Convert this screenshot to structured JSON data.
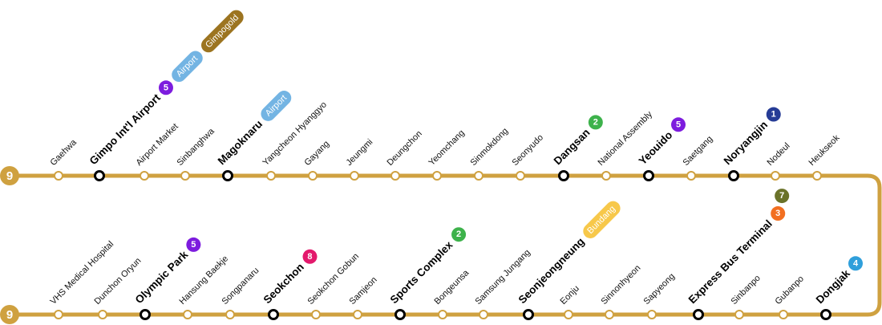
{
  "line": {
    "number": "9",
    "color": "#CFA140"
  },
  "top_stations": [
    {
      "name": "Gaehwa"
    },
    {
      "name": "Gimpo Int'l Airport",
      "major": true,
      "transfers": [
        {
          "label": "5",
          "color": "#7D1CDE"
        },
        {
          "label": "Airport",
          "color": "#73B4E3",
          "pill": true
        },
        {
          "label": "Gimpogold",
          "color": "#9C7420",
          "pill": true
        }
      ]
    },
    {
      "name": "Airport Market"
    },
    {
      "name": "Sinbanghwa"
    },
    {
      "name": "Magoknaru",
      "major": true,
      "transfers": [
        {
          "label": "Airport",
          "color": "#73B4E3",
          "pill": true
        }
      ]
    },
    {
      "name": "Yangcheon Hyanggyo"
    },
    {
      "name": "Gayang"
    },
    {
      "name": "Jeungmi"
    },
    {
      "name": "Deungchon"
    },
    {
      "name": "Yeomchang"
    },
    {
      "name": "Sinmokdong"
    },
    {
      "name": "Seonyudo"
    },
    {
      "name": "Dangsan",
      "major": true,
      "transfers": [
        {
          "label": "2",
          "color": "#3DB24B"
        }
      ]
    },
    {
      "name": "National Assembly"
    },
    {
      "name": "Yeouido",
      "major": true,
      "transfers": [
        {
          "label": "5",
          "color": "#7D1CDE"
        }
      ]
    },
    {
      "name": "Saetgang"
    },
    {
      "name": "Noryangjin",
      "major": true,
      "transfers": [
        {
          "label": "1",
          "color": "#263C96"
        }
      ]
    },
    {
      "name": "Nodeul"
    },
    {
      "name": "Heukseok"
    }
  ],
  "bottom_stations": [
    {
      "name": "VHS Medical Hospital"
    },
    {
      "name": "Dunchon Oryun"
    },
    {
      "name": "Olympic Park",
      "major": true,
      "transfers": [
        {
          "label": "5",
          "color": "#7D1CDE"
        }
      ]
    },
    {
      "name": "Hansung Baekje"
    },
    {
      "name": "Songpanaru"
    },
    {
      "name": "Seokchon",
      "major": true,
      "transfers": [
        {
          "label": "8",
          "color": "#E3196C"
        }
      ]
    },
    {
      "name": "Seokchon Gobun"
    },
    {
      "name": "Samjeon"
    },
    {
      "name": "Sports Complex",
      "major": true,
      "transfers": [
        {
          "label": "2",
          "color": "#3DB24B"
        }
      ]
    },
    {
      "name": "Bongeunsa"
    },
    {
      "name": "Samsung Jungang"
    },
    {
      "name": "Seonjeongneung",
      "major": true,
      "transfers": [
        {
          "label": "Bundang",
          "color": "#F7C84A",
          "pill": true
        }
      ]
    },
    {
      "name": "Eonju"
    },
    {
      "name": "Sinnonhyeon"
    },
    {
      "name": "Sapyeong"
    },
    {
      "name": "Express Bus Terminal",
      "major": true,
      "transfers": [
        {
          "label": "3",
          "color": "#F26F21"
        },
        {
          "label": "7",
          "color": "#6A7229"
        }
      ]
    },
    {
      "name": "Sinbanpo"
    },
    {
      "name": "Gubanpo"
    },
    {
      "name": "Dongjak",
      "major": true,
      "transfers": [
        {
          "label": "4",
          "color": "#2F9FDB"
        }
      ]
    }
  ]
}
